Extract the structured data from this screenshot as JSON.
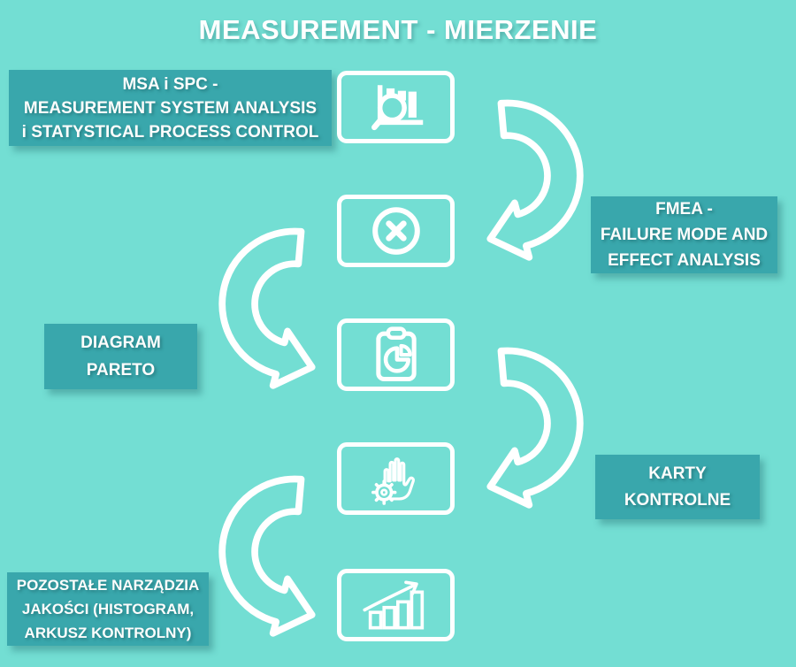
{
  "colors": {
    "background": "#73ded3",
    "label_box": "#39a7ac",
    "foreground": "#ffffff"
  },
  "header": {
    "title": "MEASUREMENT - MIERZENIE"
  },
  "flow": {
    "steps": [
      {
        "id": "msa-spc",
        "label": "MSA i SPC -\nMEASUREMENT SYSTEM ANALYSIS\ni STATYSTICAL PROCESS CONTROL",
        "icon": "bar-chart-magnifier-icon"
      },
      {
        "id": "fmea",
        "label": "FMEA -\nFAILURE MODE AND\nEFFECT ANALYSIS",
        "icon": "error-cross-icon"
      },
      {
        "id": "diagram-pareto",
        "label": "DIAGRAM\nPARETO",
        "icon": "clipboard-pie-chart-icon"
      },
      {
        "id": "karty-kontrolne",
        "label": "KARTY\nKONTROLNE",
        "icon": "hand-gear-icon"
      },
      {
        "id": "pozostale-narzedzia",
        "label": "POZOSTAŁE NARZĄDZIA\nJAKOŚCI (HISTOGRAM,\nARKUSZ KONTROLNY)",
        "icon": "growth-bar-chart-icon"
      }
    ]
  }
}
